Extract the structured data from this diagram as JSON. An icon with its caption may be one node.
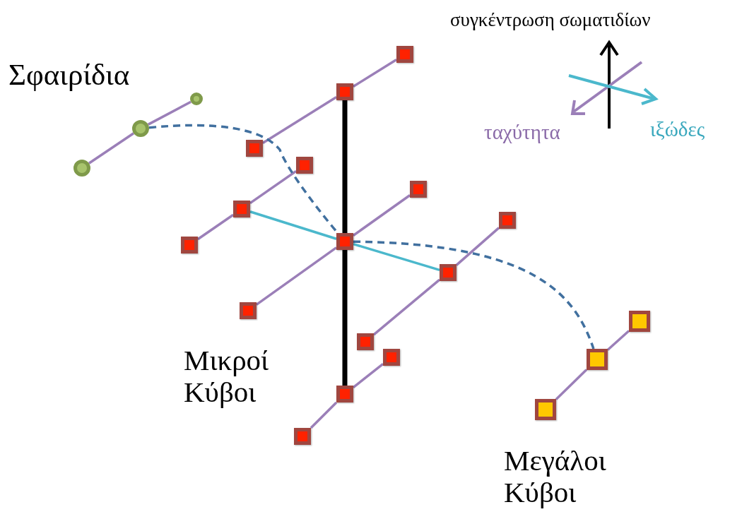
{
  "diagram": {
    "nodes": [
      {
        "text": [],
        "shape": "circle"
      },
      {
        "text": [],
        "shape": "circle"
      },
      {
        "text": [],
        "shape": "circle"
      },
      {
        "text": [],
        "shape": "box"
      },
      {
        "text": [],
        "shape": "box"
      },
      {
        "text": [],
        "shape": "box"
      },
      {
        "text": [],
        "shape": "box"
      },
      {
        "text": [],
        "shape": "box"
      },
      {
        "text": [],
        "shape": "box"
      },
      {
        "text": [],
        "shape": "box"
      },
      {
        "text": [],
        "shape": "box"
      },
      {
        "text": [],
        "shape": "box"
      },
      {
        "text": [],
        "shape": "box"
      },
      {
        "text": [],
        "shape": "box"
      },
      {
        "text": [],
        "shape": "box"
      },
      {
        "text": [],
        "shape": "box"
      },
      {
        "text": [],
        "shape": "box"
      },
      {
        "text": [],
        "shape": "box"
      },
      {
        "text": [],
        "shape": "box"
      },
      {
        "text": [],
        "shape": "box"
      },
      {
        "text": [],
        "shape": "box"
      }
    ],
    "edges": [
      {
        "from": 0,
        "to": 1,
        "arrow": "none"
      },
      {
        "from": 1,
        "to": 2,
        "arrow": "none"
      },
      {
        "from": 3,
        "to": 4,
        "arrow": "none"
      },
      {
        "from": 4,
        "to": 5,
        "arrow": "none"
      },
      {
        "from": 6,
        "to": 7,
        "arrow": "none"
      },
      {
        "from": 7,
        "to": 8,
        "arrow": "none"
      },
      {
        "from": 9,
        "to": 10,
        "arrow": "none"
      },
      {
        "from": 10,
        "to": 11,
        "arrow": "none"
      },
      {
        "from": 12,
        "to": 13,
        "arrow": "none"
      },
      {
        "from": 13,
        "to": 14,
        "arrow": "none"
      },
      {
        "from": 15,
        "to": 16,
        "arrow": "none"
      },
      {
        "from": 16,
        "to": 17,
        "arrow": "none"
      },
      {
        "from": 18,
        "to": 19,
        "arrow": "none"
      },
      {
        "from": 19,
        "to": 20,
        "arrow": "none"
      },
      {
        "from": 4,
        "to": 10,
        "arrow": "none",
        "style": "thick",
        "color": "#000000"
      },
      {
        "from": 10,
        "to": 16,
        "arrow": "none",
        "style": "thick",
        "color": "#000000"
      },
      {
        "from": 7,
        "to": 10,
        "arrow": "none",
        "color": "#4bb8cc"
      },
      {
        "from": 10,
        "to": 13,
        "arrow": "none",
        "color": "#4bb8cc"
      },
      {
        "from": 1,
        "to": 10,
        "arrow": "none",
        "style": "dashed",
        "color": "#41709f"
      },
      {
        "from": 10,
        "to": 19,
        "arrow": "none",
        "style": "dashed",
        "color": "#41709f"
      }
    ],
    "labels": [
      "συγκέντρωση σωματιδίων",
      "Σφαιρίδια",
      "ταχύτητα",
      "ιξώδες",
      "Μικροί Κύβοι",
      "Μεγάλοι Κύβοι"
    ]
  }
}
